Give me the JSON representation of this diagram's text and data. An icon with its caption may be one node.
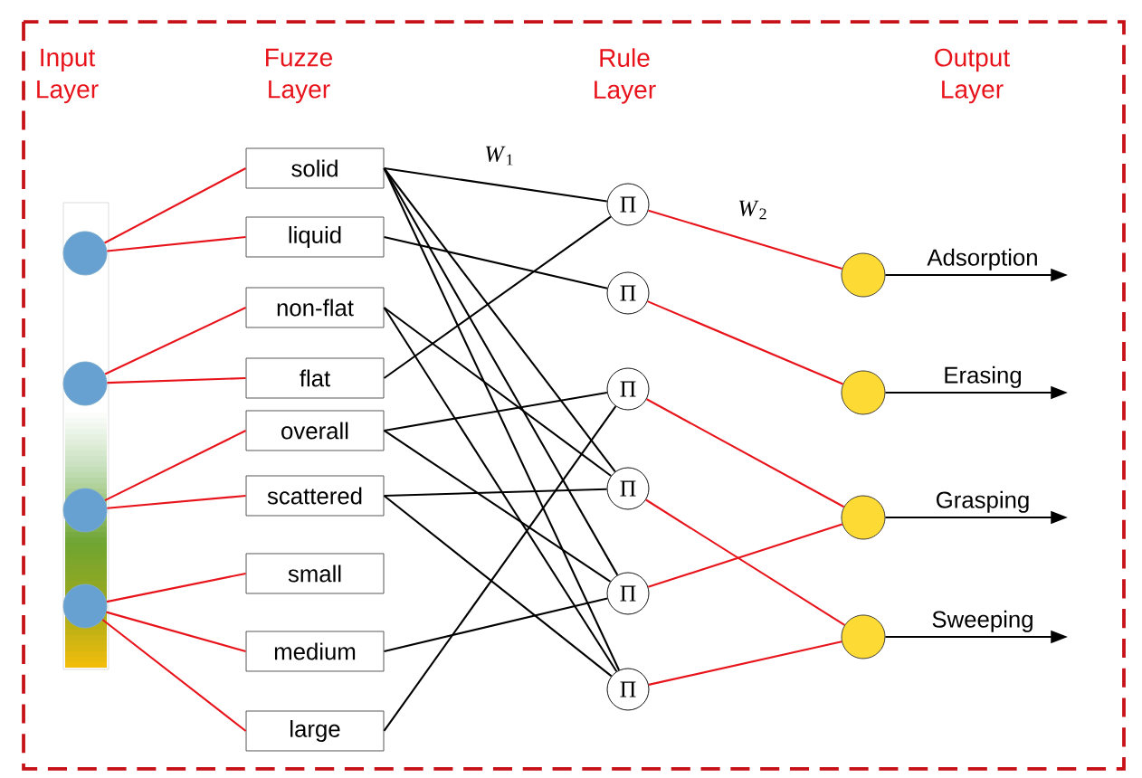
{
  "diagram": {
    "nodes": [
      {
        "text": [],
        "shape": "circle"
      },
      {
        "text": [],
        "shape": "circle"
      },
      {
        "text": [],
        "shape": "circle"
      },
      {
        "text": [],
        "shape": "circle"
      },
      {
        "text": [
          "solid"
        ]
      },
      {
        "text": [
          "liquid"
        ]
      },
      {
        "text": [
          "non-flat"
        ]
      },
      {
        "text": [
          "flat"
        ]
      },
      {
        "text": [
          "overall"
        ]
      },
      {
        "text": [
          "scattered"
        ]
      },
      {
        "text": [
          "small"
        ]
      },
      {
        "text": [
          "medium"
        ]
      },
      {
        "text": [
          "large"
        ]
      },
      {
        "text": [
          "Π"
        ]
      },
      {
        "text": [
          "Π"
        ]
      },
      {
        "text": [
          "Π"
        ]
      },
      {
        "text": [
          "Π"
        ]
      },
      {
        "text": [
          "Π"
        ]
      },
      {
        "text": [
          "Π"
        ]
      },
      {
        "text": [],
        "shape": "circle"
      },
      {
        "text": [],
        "shape": "circle"
      },
      {
        "text": [],
        "shape": "circle"
      },
      {
        "text": [],
        "shape": "circle"
      }
    ],
    "edges": [
      {
        "from": 0,
        "to": 4,
        "arrow": "none",
        "color": "#e8141b"
      },
      {
        "from": 0,
        "to": 5,
        "arrow": "none",
        "color": "#e8141b"
      },
      {
        "from": 1,
        "to": 6,
        "arrow": "none",
        "color": "#e8141b"
      },
      {
        "from": 1,
        "to": 7,
        "arrow": "none",
        "color": "#e8141b"
      },
      {
        "from": 2,
        "to": 8,
        "arrow": "none",
        "color": "#e8141b"
      },
      {
        "from": 2,
        "to": 9,
        "arrow": "none",
        "color": "#e8141b"
      },
      {
        "from": 3,
        "to": 10,
        "arrow": "none",
        "color": "#e8141b"
      },
      {
        "from": 3,
        "to": 11,
        "arrow": "none",
        "color": "#e8141b"
      },
      {
        "from": 3,
        "to": 12,
        "arrow": "none",
        "color": "#e8141b"
      },
      {
        "from": 4,
        "to": 13,
        "arrow": "none"
      },
      {
        "from": 4,
        "to": 16,
        "arrow": "none"
      },
      {
        "from": 4,
        "to": 17,
        "arrow": "none"
      },
      {
        "from": 4,
        "to": 18,
        "arrow": "none"
      },
      {
        "from": 5,
        "to": 14,
        "arrow": "none"
      },
      {
        "from": 6,
        "to": 16,
        "arrow": "none"
      },
      {
        "from": 6,
        "to": 18,
        "arrow": "none"
      },
      {
        "from": 7,
        "to": 13,
        "arrow": "none"
      },
      {
        "from": 8,
        "to": 15,
        "arrow": "none"
      },
      {
        "from": 8,
        "to": 17,
        "arrow": "none"
      },
      {
        "from": 9,
        "to": 16,
        "arrow": "none"
      },
      {
        "from": 9,
        "to": 18,
        "arrow": "none"
      },
      {
        "from": 11,
        "to": 17,
        "arrow": "none"
      },
      {
        "from": 12,
        "to": 15,
        "arrow": "none"
      },
      {
        "from": 13,
        "to": 19,
        "arrow": "none",
        "color": "#e8141b"
      },
      {
        "from": 14,
        "to": 20,
        "arrow": "none",
        "color": "#e8141b"
      },
      {
        "from": 15,
        "to": 21,
        "arrow": "none",
        "color": "#e8141b"
      },
      {
        "from": 16,
        "to": 22,
        "arrow": "none",
        "color": "#e8141b"
      },
      {
        "from": 17,
        "to": 21,
        "arrow": "none",
        "color": "#e8141b"
      },
      {
        "from": 18,
        "to": 22,
        "arrow": "none",
        "color": "#e8141b"
      },
      {
        "from": 19,
        "to": null,
        "arrow": "to",
        "label": "Adsorption"
      },
      {
        "from": 20,
        "to": null,
        "arrow": "to",
        "label": "Erasing"
      },
      {
        "from": 21,
        "to": null,
        "arrow": "to",
        "label": "Grasping"
      },
      {
        "from": 22,
        "to": null,
        "arrow": "to",
        "label": "Sweeping"
      }
    ],
    "labels": [
      "Input Layer",
      "Fuzze Layer",
      "Rule Layer",
      "Output Layer",
      "*W*$_{1}$",
      "*W*$_{2}$"
    ]
  }
}
